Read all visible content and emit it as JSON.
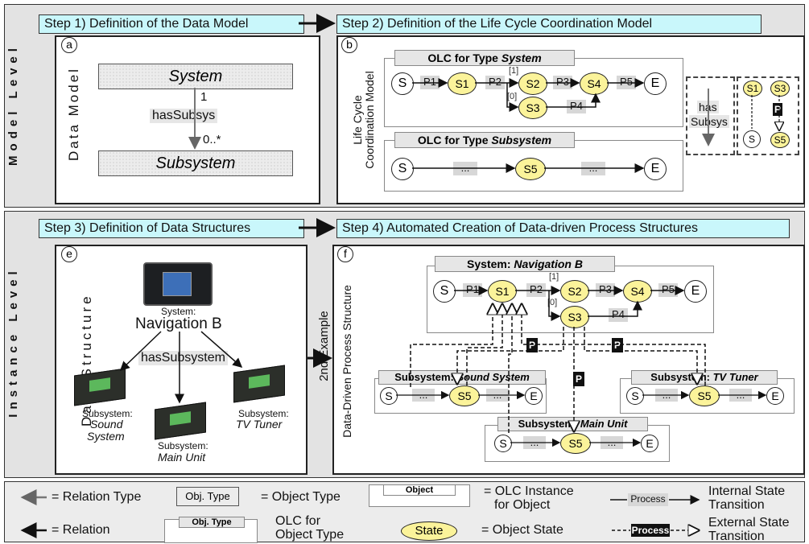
{
  "levels": {
    "model": "Model Level",
    "instance": "Instance Level"
  },
  "steps": {
    "step1": "Step 1) Definition of the Data Model",
    "step2": "Step 2) Definition of the Life Cycle Coordination Model",
    "step3": "Step 3) Definition of Data Structures",
    "step4": "Step 4) Automated Creation of Data-driven Process Structures"
  },
  "panels": {
    "a": {
      "letter": "a",
      "side_label": "Data Model",
      "type_top": "System",
      "type_bottom": "Subsystem",
      "relation": "hasSubsys",
      "card_top": "1",
      "card_bottom": "0..*"
    },
    "b": {
      "letter": "b",
      "side_label_1": "Life Cycle",
      "side_label_2": "Coordination Model",
      "olc_system_title_prefix": "OLC for Type ",
      "olc_system_title_type": "System",
      "olc_subsystem_title_prefix": "OLC for Type ",
      "olc_subsystem_title_type": "Subsystem",
      "has_1": "has",
      "has_2": "Subsys",
      "states": {
        "S": "S",
        "S1": "S1",
        "S2": "S2",
        "S3": "S3",
        "S4": "S4",
        "S5": "S5",
        "E": "E"
      },
      "processes": {
        "P1": "P1",
        "P2": "P2",
        "P3": "P3",
        "P4": "P4",
        "P5": "P5",
        "dots": "..."
      },
      "conditions": {
        "c1": "[1]",
        "c0": "[0]"
      },
      "mini": {
        "S1": "S1",
        "S3": "S3",
        "S": "S",
        "S5": "S5",
        "P": "P"
      }
    },
    "e": {
      "letter": "e",
      "side_label": "Data Structure",
      "system_caption": "System:",
      "system_name": "Navigation B",
      "relation": "hasSubsystem",
      "sub1_caption": "Subsystem:",
      "sub1_name_1": "Sound",
      "sub1_name_2": "System",
      "sub2_caption": "Subsystem:",
      "sub2_name": "Main Unit",
      "sub3_caption": "Subsystem:",
      "sub3_name": "TV Tuner"
    },
    "f": {
      "letter": "f",
      "side_label": "Data-Driven Process Structure",
      "example_label": "2nd Example",
      "system_prefix": "System: ",
      "system_name": "Navigation B",
      "sub_sound_prefix": "Subsystem: ",
      "sub_sound_name": "Sound System",
      "sub_tv_prefix": "Subsystem: ",
      "sub_tv_name": "TV Tuner",
      "sub_main_prefix": "Subsystem: ",
      "sub_main_name": "Main Unit",
      "P": "P"
    }
  },
  "legend": {
    "relation_type": "= Relation Type",
    "obj_type_box": "Obj. Type",
    "object_type": "= Object Type",
    "object_box": "Object",
    "olc_instance_1": "= OLC Instance",
    "olc_instance_2": "for Object",
    "process_label": "Process",
    "internal_1": "Internal State",
    "internal_2": "Transition",
    "relation": "= Relation",
    "olc_for_1": "OLC for",
    "olc_for_2": "Object Type",
    "state_label": "State",
    "object_state": "= Object State",
    "external_1": "External State",
    "external_2": "Transition"
  },
  "colors": {
    "step_bg": "#c9f7fb",
    "state_fill": "#fbf39a",
    "band_bg": "#e3e3e3"
  }
}
